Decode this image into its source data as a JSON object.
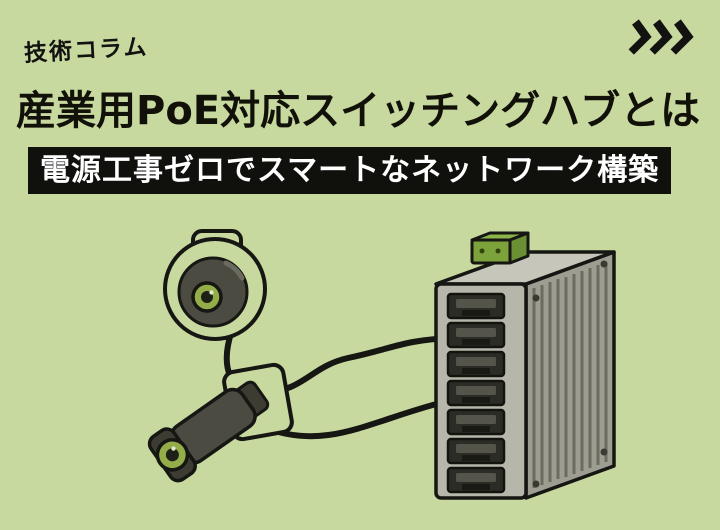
{
  "banner": {
    "background_color": "#c8d9a0",
    "text_color": "#121210",
    "eyebrow": "技術コラム",
    "title": "産業用PoE対応スイッチングハブとは",
    "subtitle": "電源工事ゼロでスマートなネットワーク構築",
    "subtitle_background": "#10100d",
    "subtitle_text_color": "#ffffff",
    "arrows_icon": "triple-chevron-right"
  },
  "illustration": {
    "devices": [
      {
        "name": "dome-camera",
        "lens_color": "#94ad49",
        "body_color": "#4b4b41"
      },
      {
        "name": "bullet-camera",
        "lens_color": "#94ad49",
        "body_color": "#4b4b41"
      },
      {
        "name": "poe-switching-hub",
        "port_count": 7,
        "front_color": "#b6b6ab",
        "side_color": "#9d9d92",
        "top_color": "#c6c6bb",
        "terminal_block_color": "#7ca23c"
      }
    ],
    "cable_color": "#161613",
    "outline_color": "#161613"
  }
}
